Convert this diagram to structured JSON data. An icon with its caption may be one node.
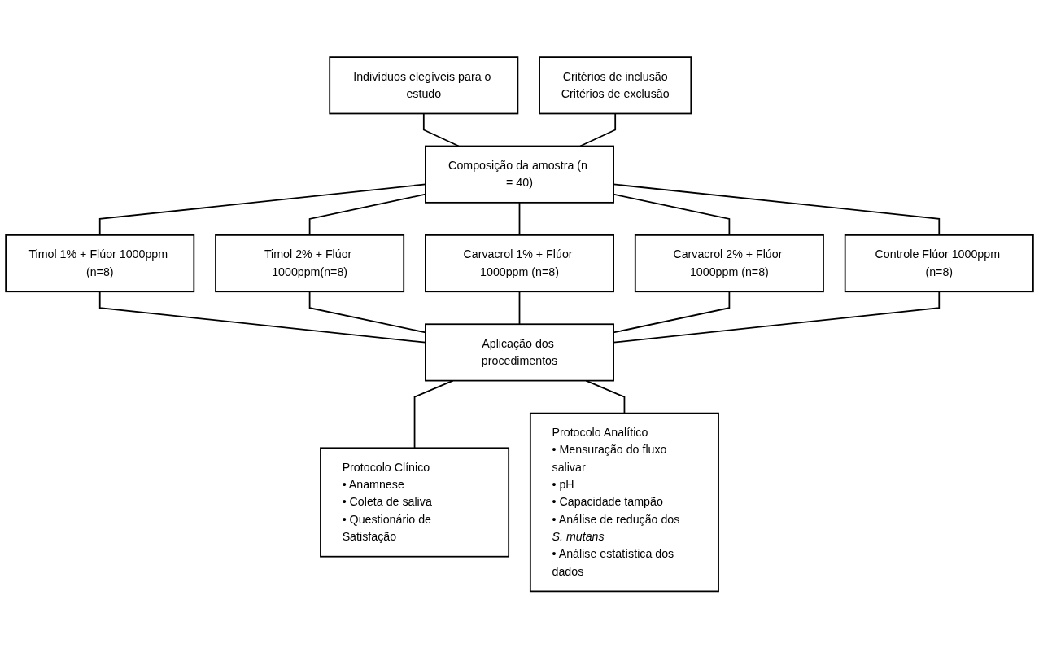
{
  "diagram": {
    "nodes": [
      {
        "text": [
          "Indivíduos elegíveis para o estudo"
        ]
      },
      {
        "text": [
          "Critérios de inclusão",
          "Critérios de exclusão"
        ]
      },
      {
        "text": [
          "Composição da amostra (n = 40)"
        ]
      },
      {
        "text": [
          "Timol 1% + Flúor 1000ppm (n=8)"
        ]
      },
      {
        "text": [
          "Timol 2% + Flúor 1000ppm(n=8)"
        ]
      },
      {
        "text": [
          "Carvacrol 1% + Flúor 1000ppm (n=8)"
        ]
      },
      {
        "text": [
          "Carvacrol 2% + Flúor 1000ppm (n=8)"
        ]
      },
      {
        "text": [
          "Controle Flúor 1000ppm (n=8)"
        ]
      },
      {
        "text": [
          "Aplicação dos procedimentos"
        ]
      },
      {
        "text": [
          "Protocolo Clínico",
          "• Anamnese",
          "• Coleta de saliva",
          "• Questionário de Satisfação"
        ]
      },
      {
        "text": [
          "Protocolo Analítico",
          "• Mensuração do fluxo salivar",
          "• pH",
          "• Capacidade tampão",
          "• Análise de redução dos *S. mutans*",
          "• Análise estatística dos dados"
        ]
      }
    ],
    "edges": [
      {
        "from": 0,
        "to": 2,
        "arrow": "none"
      },
      {
        "from": 1,
        "to": 2,
        "arrow": "none"
      },
      {
        "from": 2,
        "to": 3,
        "arrow": "none"
      },
      {
        "from": 2,
        "to": 4,
        "arrow": "none"
      },
      {
        "from": 2,
        "to": 5,
        "arrow": "none"
      },
      {
        "from": 2,
        "to": 6,
        "arrow": "none"
      },
      {
        "from": 2,
        "to": 7,
        "arrow": "none"
      },
      {
        "from": 3,
        "to": 8,
        "arrow": "none"
      },
      {
        "from": 4,
        "to": 8,
        "arrow": "none"
      },
      {
        "from": 5,
        "to": 8,
        "arrow": "none"
      },
      {
        "from": 6,
        "to": 8,
        "arrow": "none"
      },
      {
        "from": 7,
        "to": 8,
        "arrow": "none"
      },
      {
        "from": 8,
        "to": 9,
        "arrow": "none"
      },
      {
        "from": 8,
        "to": 10,
        "arrow": "none"
      }
    ]
  }
}
